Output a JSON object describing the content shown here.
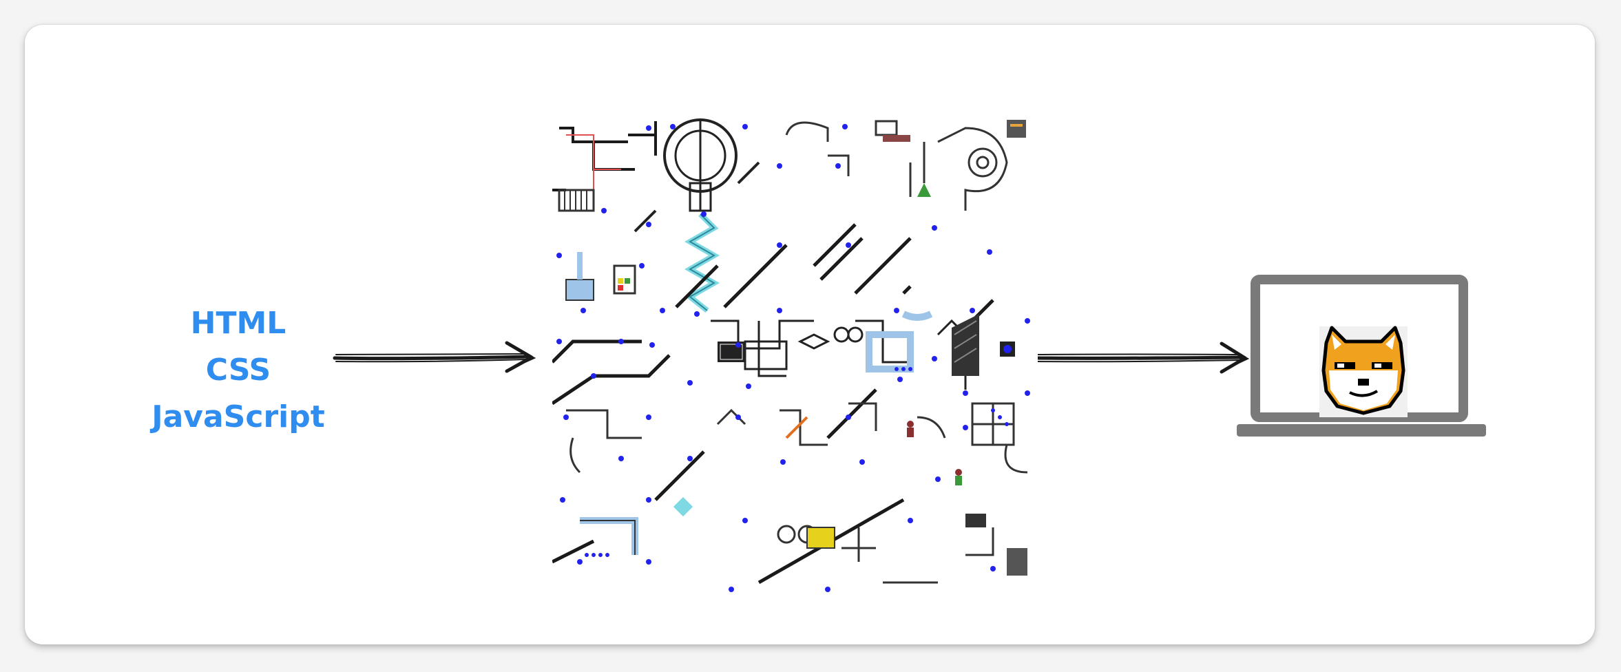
{
  "input_stack": {
    "items": [
      "HTML",
      "CSS",
      "JavaScript"
    ],
    "color": "#2f8df0"
  },
  "arrows": {
    "color": "#1a1a1a",
    "icon": "hand-drawn-right-arrow"
  },
  "machine": {
    "icon": "rube-goldberg-machine-diagram",
    "accent_colors": [
      "#2222ee",
      "#7fd9e3",
      "#1a1a1a",
      "#e6d21c",
      "#9ec4e8"
    ]
  },
  "laptop": {
    "icon": "laptop-icon",
    "frame_color": "#7a7a7a",
    "screen_icon": "shiba-doge-pixel-icon",
    "doge_colors": [
      "#f0a21e",
      "#ffffff",
      "#000000"
    ]
  }
}
